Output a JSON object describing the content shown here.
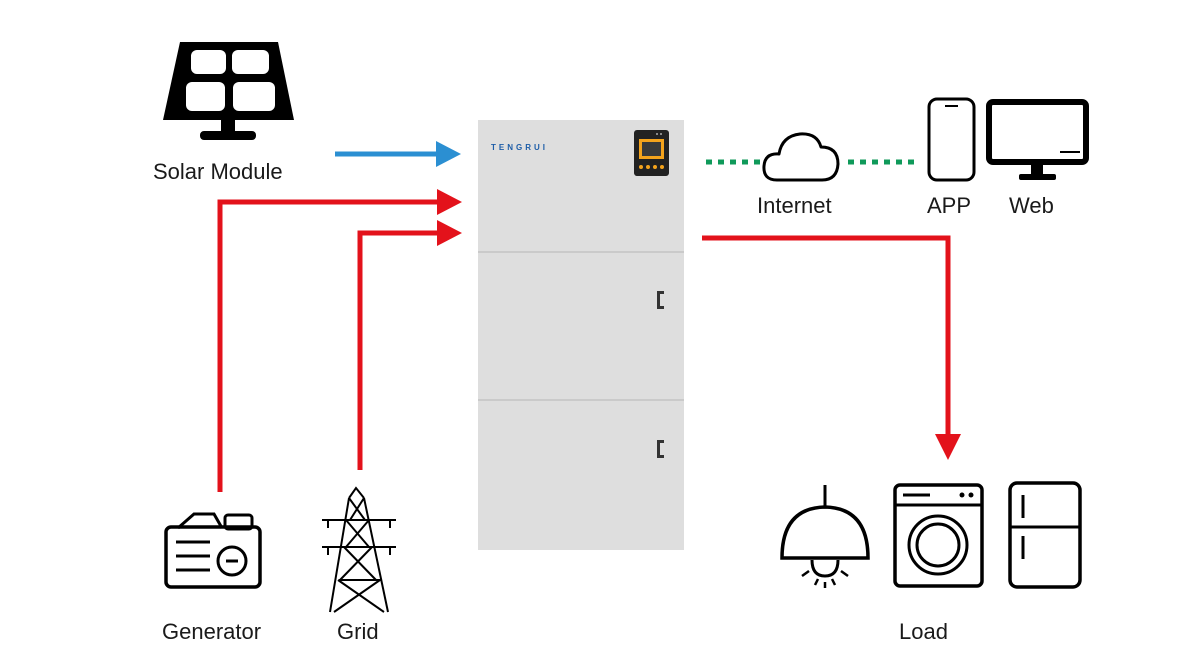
{
  "labels": {
    "solar": "Solar Module",
    "generator": "Generator",
    "grid": "Grid",
    "internet": "Internet",
    "app": "APP",
    "web": "Web",
    "load": "Load"
  },
  "brand": "TENGRUI",
  "colors": {
    "solar_arrow": "#2b8fd2",
    "power_arrow": "#e3121b",
    "data_link": "#0f9a5a",
    "cabinet": "#dedede",
    "icon": "#000000"
  },
  "icons": [
    "solar-panel-icon",
    "generator-icon",
    "transmission-tower-icon",
    "cloud-icon",
    "phone-icon",
    "monitor-icon",
    "lamp-icon",
    "washing-machine-icon",
    "fridge-icon"
  ]
}
